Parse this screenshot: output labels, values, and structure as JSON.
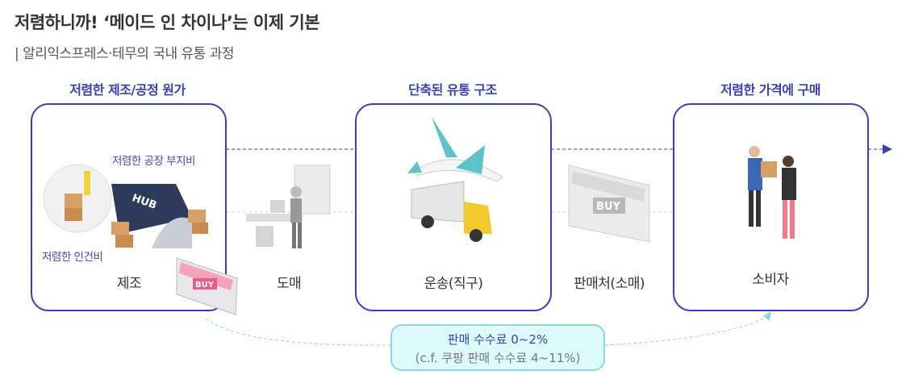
{
  "title": "저렴하니까! ‘메이드 인 차이나’는 이제 기본",
  "subtitle": "| 알리익스프레스·테무의 국내 유통 과정",
  "sections": [
    {
      "heading": "저렴한 제조/공정 원가"
    },
    {
      "heading": "단축된 유통 구조"
    },
    {
      "heading": "저렴한 가격에 구매"
    }
  ],
  "stages": [
    "제조",
    "도매",
    "운송(직구)",
    "판매처(소매)",
    "소비자"
  ],
  "notes": {
    "factory_land": "저렴한 공장 부지비",
    "labor": "저렴한 인건비"
  },
  "illustrations": {
    "hub_sign": "HUB",
    "buy_sign": "BUY"
  },
  "fee": {
    "line1": "판매 수수료 0~2%",
    "line2": "(c.f. 쿠팡 판매 수수료 4~11%)"
  },
  "colors": {
    "accent": "#3b3db0",
    "fee_bg": "#dcfbfb",
    "fee_border": "#8fd6e2"
  }
}
